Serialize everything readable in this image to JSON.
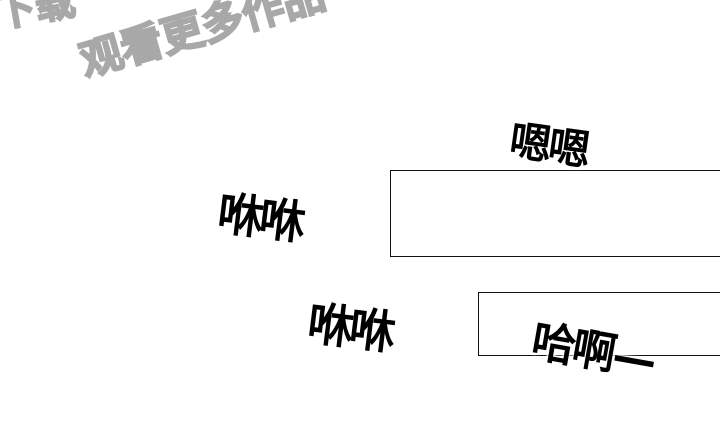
{
  "watermark": {
    "line1": "下载",
    "line2": "观看更多作品"
  },
  "sfx": {
    "top_right": "嗯嗯",
    "left_upper": "咻咻",
    "left_lower": "咻咻",
    "bottom_right": "哈啊—"
  }
}
